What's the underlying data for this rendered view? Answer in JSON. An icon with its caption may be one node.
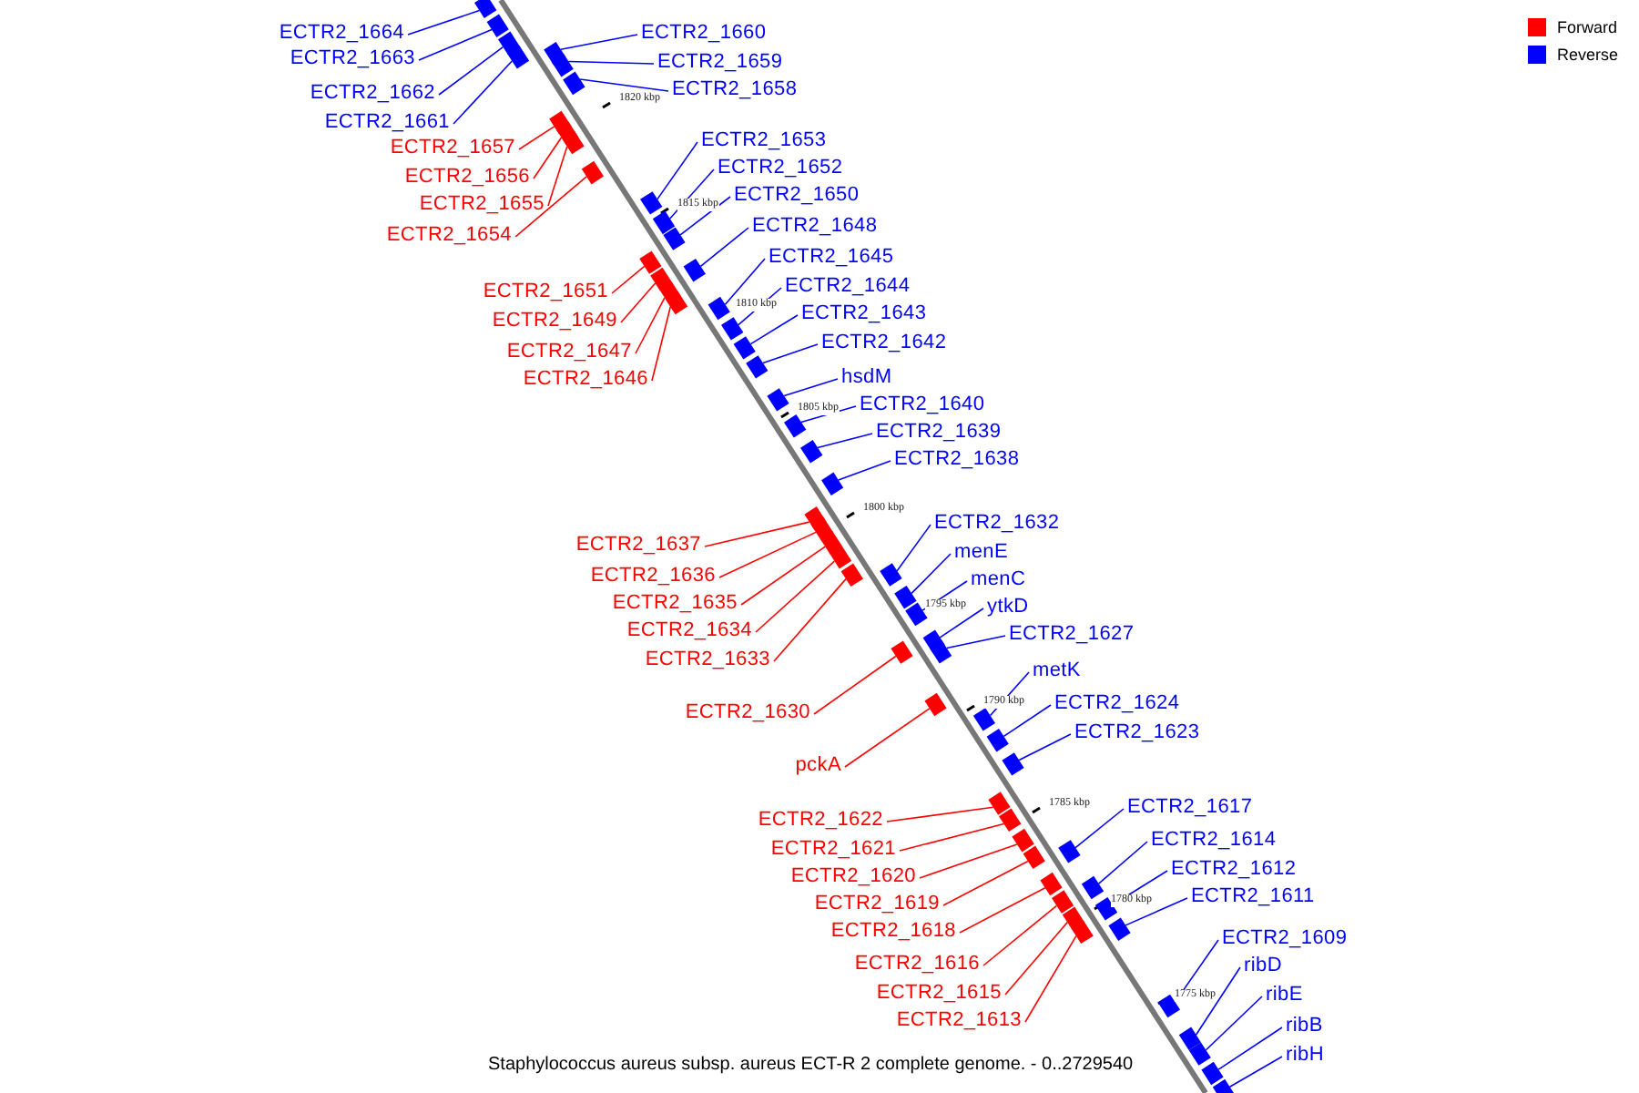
{
  "diagram": {
    "caption": "Staphylococcus aureus subsp. aureus ECT-R 2 complete genome. - 0..2729540",
    "nodes": [
      {
        "text": [
          "ECTR2_1664"
        ]
      },
      {
        "text": [
          "ECTR2_1660"
        ]
      },
      {
        "text": [
          "ECTR2_1663"
        ]
      },
      {
        "text": [
          "ECTR2_1659"
        ]
      },
      {
        "text": [
          "ECTR2_1658"
        ]
      },
      {
        "text": [
          "ECTR2_1662"
        ]
      },
      {
        "text": [
          "ECTR2_1661"
        ]
      },
      {
        "text": [
          "ECTR2_1653"
        ]
      },
      {
        "text": [
          "ECTR2_1657"
        ]
      },
      {
        "text": [
          "ECTR2_1652"
        ]
      },
      {
        "text": [
          "ECTR2_1656"
        ]
      },
      {
        "text": [
          "ECTR2_1650"
        ]
      },
      {
        "text": [
          "ECTR2_1655"
        ]
      },
      {
        "text": [
          "ECTR2_1648"
        ]
      },
      {
        "text": [
          "ECTR2_1654"
        ]
      },
      {
        "text": [
          "ECTR2_1645"
        ]
      },
      {
        "text": [
          "ECTR2_1644"
        ]
      },
      {
        "text": [
          "ECTR2_1651"
        ]
      },
      {
        "text": [
          "ECTR2_1643"
        ]
      },
      {
        "text": [
          "ECTR2_1649"
        ]
      },
      {
        "text": [
          "ECTR2_1642"
        ]
      },
      {
        "text": [
          "ECTR2_1647"
        ]
      },
      {
        "text": [
          "hsdM"
        ]
      },
      {
        "text": [
          "ECTR2_1646"
        ]
      },
      {
        "text": [
          "ECTR2_1640"
        ]
      },
      {
        "text": [
          "ECTR2_1639"
        ]
      },
      {
        "text": [
          "ECTR2_1638"
        ]
      },
      {
        "text": [
          "ECTR2_1632"
        ]
      },
      {
        "text": [
          "ECTR2_1637"
        ]
      },
      {
        "text": [
          "menE"
        ]
      },
      {
        "text": [
          "ECTR2_1636"
        ]
      },
      {
        "text": [
          "menC"
        ]
      },
      {
        "text": [
          "ECTR2_1635"
        ]
      },
      {
        "text": [
          "ytkD"
        ]
      },
      {
        "text": [
          "ECTR2_1634"
        ]
      },
      {
        "text": [
          "ECTR2_1627"
        ]
      },
      {
        "text": [
          "ECTR2_1633"
        ]
      },
      {
        "text": [
          "metK"
        ]
      },
      {
        "text": [
          "ECTR2_1624"
        ]
      },
      {
        "text": [
          "ECTR2_1630"
        ]
      },
      {
        "text": [
          "ECTR2_1623"
        ]
      },
      {
        "text": [
          "pckA"
        ]
      },
      {
        "text": [
          "ECTR2_1617"
        ]
      },
      {
        "text": [
          "ECTR2_1622"
        ]
      },
      {
        "text": [
          "ECTR2_1614"
        ]
      },
      {
        "text": [
          "ECTR2_1621"
        ]
      },
      {
        "text": [
          "ECTR2_1612"
        ]
      },
      {
        "text": [
          "ECTR2_1620"
        ]
      },
      {
        "text": [
          "ECTR2_1611"
        ]
      },
      {
        "text": [
          "ECTR2_1619"
        ]
      },
      {
        "text": [
          "ECTR2_1618"
        ]
      },
      {
        "text": [
          "ECTR2_1609"
        ]
      },
      {
        "text": [
          "ECTR2_1616"
        ]
      },
      {
        "text": [
          "ribD"
        ]
      },
      {
        "text": [
          "ECTR2_1615"
        ]
      },
      {
        "text": [
          "ribE"
        ]
      },
      {
        "text": [
          "ECTR2_1613"
        ]
      },
      {
        "text": [
          "ribB"
        ]
      },
      {
        "text": [
          "ribH"
        ]
      },
      {
        "text": [],
        "shape": "box"
      },
      {
        "text": [],
        "shape": "box"
      },
      {
        "text": [],
        "shape": "box"
      },
      {
        "text": [],
        "shape": "box"
      },
      {
        "text": [],
        "shape": "box"
      },
      {
        "text": [],
        "shape": "box"
      },
      {
        "text": [],
        "shape": "box"
      },
      {
        "text": [],
        "shape": "box"
      },
      {
        "text": [],
        "shape": "box"
      },
      {
        "text": [],
        "shape": "box"
      },
      {
        "text": [],
        "shape": "box"
      },
      {
        "text": [],
        "shape": "box"
      },
      {
        "text": [],
        "shape": "box"
      },
      {
        "text": [],
        "shape": "box"
      },
      {
        "text": [],
        "shape": "box"
      },
      {
        "text": [],
        "shape": "box"
      },
      {
        "text": [],
        "shape": "box"
      },
      {
        "text": [],
        "shape": "box"
      },
      {
        "text": [],
        "shape": "box"
      },
      {
        "text": [],
        "shape": "box"
      },
      {
        "text": [],
        "shape": "box"
      },
      {
        "text": [],
        "shape": "box"
      },
      {
        "text": [],
        "shape": "box"
      },
      {
        "text": [],
        "shape": "box"
      },
      {
        "text": [],
        "shape": "box"
      },
      {
        "text": [],
        "shape": "box"
      },
      {
        "text": [],
        "shape": "box"
      },
      {
        "text": [],
        "shape": "box"
      },
      {
        "text": [],
        "shape": "box"
      },
      {
        "text": [],
        "shape": "box"
      },
      {
        "text": [],
        "shape": "box"
      },
      {
        "text": [],
        "shape": "box"
      },
      {
        "text": [],
        "shape": "box"
      },
      {
        "text": [],
        "shape": "box"
      },
      {
        "text": [],
        "shape": "box"
      },
      {
        "text": [],
        "shape": "box"
      },
      {
        "text": [],
        "shape": "box"
      },
      {
        "text": [],
        "shape": "box"
      },
      {
        "text": [],
        "shape": "box"
      },
      {
        "text": [],
        "shape": "box"
      },
      {
        "text": [],
        "shape": "box"
      },
      {
        "text": [],
        "shape": "box"
      },
      {
        "text": [],
        "shape": "box"
      },
      {
        "text": [],
        "shape": "box"
      },
      {
        "text": [],
        "shape": "box"
      },
      {
        "text": [],
        "shape": "box"
      },
      {
        "text": [],
        "shape": "box"
      },
      {
        "text": [],
        "shape": "box"
      },
      {
        "text": [],
        "shape": "box"
      },
      {
        "text": [],
        "shape": "box"
      },
      {
        "text": [],
        "shape": "box"
      },
      {
        "text": [],
        "shape": "box"
      },
      {
        "text": [],
        "shape": "box"
      },
      {
        "text": [],
        "shape": "box"
      },
      {
        "text": [],
        "shape": "box"
      },
      {
        "text": [],
        "shape": "box"
      },
      {
        "text": [],
        "shape": "box"
      },
      {
        "text": [],
        "shape": "box"
      },
      {
        "text": [],
        "shape": "box"
      }
    ],
    "edges": [
      {
        "from": 0,
        "to": 59,
        "arrow": "none"
      },
      {
        "from": 1,
        "to": 60,
        "arrow": "none"
      },
      {
        "from": 2,
        "to": 61,
        "arrow": "none"
      },
      {
        "from": 3,
        "to": 62,
        "arrow": "none"
      },
      {
        "from": 4,
        "to": 63,
        "arrow": "none"
      },
      {
        "from": 5,
        "to": 64,
        "arrow": "none"
      },
      {
        "from": 6,
        "to": 65,
        "arrow": "none"
      },
      {
        "from": 7,
        "to": 66,
        "arrow": "none"
      },
      {
        "from": 8,
        "to": 67,
        "arrow": "none",
        "color": "#ff0000"
      },
      {
        "from": 9,
        "to": 68,
        "arrow": "none"
      },
      {
        "from": 10,
        "to": 69,
        "arrow": "none",
        "color": "#ff0000"
      },
      {
        "from": 11,
        "to": 70,
        "arrow": "none"
      },
      {
        "from": 12,
        "to": 71,
        "arrow": "none",
        "color": "#ff0000"
      },
      {
        "from": 13,
        "to": 72,
        "arrow": "none"
      },
      {
        "from": 14,
        "to": 73,
        "arrow": "none",
        "color": "#ff0000"
      },
      {
        "from": 15,
        "to": 74,
        "arrow": "none"
      },
      {
        "from": 16,
        "to": 75,
        "arrow": "none"
      },
      {
        "from": 17,
        "to": 76,
        "arrow": "none",
        "color": "#ff0000"
      },
      {
        "from": 18,
        "to": 77,
        "arrow": "none"
      },
      {
        "from": 19,
        "to": 78,
        "arrow": "none",
        "color": "#ff0000"
      },
      {
        "from": 20,
        "to": 79,
        "arrow": "none"
      },
      {
        "from": 21,
        "to": 80,
        "arrow": "none",
        "color": "#ff0000"
      },
      {
        "from": 22,
        "to": 81,
        "arrow": "none"
      },
      {
        "from": 23,
        "to": 82,
        "arrow": "none",
        "color": "#ff0000"
      },
      {
        "from": 24,
        "to": 83,
        "arrow": "none"
      },
      {
        "from": 25,
        "to": 84,
        "arrow": "none"
      },
      {
        "from": 26,
        "to": 85,
        "arrow": "none"
      },
      {
        "from": 27,
        "to": 86,
        "arrow": "none"
      },
      {
        "from": 28,
        "to": 87,
        "arrow": "none",
        "color": "#ff0000"
      },
      {
        "from": 29,
        "to": 88,
        "arrow": "none"
      },
      {
        "from": 30,
        "to": 89,
        "arrow": "none",
        "color": "#ff0000"
      },
      {
        "from": 31,
        "to": 90,
        "arrow": "none"
      },
      {
        "from": 32,
        "to": 91,
        "arrow": "none",
        "color": "#ff0000"
      },
      {
        "from": 33,
        "to": 92,
        "arrow": "none"
      },
      {
        "from": 34,
        "to": 93,
        "arrow": "none",
        "color": "#ff0000"
      },
      {
        "from": 35,
        "to": 94,
        "arrow": "none"
      },
      {
        "from": 36,
        "to": 95,
        "arrow": "none",
        "color": "#ff0000"
      },
      {
        "from": 37,
        "to": 96,
        "arrow": "none"
      },
      {
        "from": 38,
        "to": 97,
        "arrow": "none"
      },
      {
        "from": 39,
        "to": 98,
        "arrow": "none",
        "color": "#ff0000"
      },
      {
        "from": 40,
        "to": 99,
        "arrow": "none"
      },
      {
        "from": 41,
        "to": 100,
        "arrow": "none",
        "color": "#ff0000"
      },
      {
        "from": 42,
        "to": 101,
        "arrow": "none"
      },
      {
        "from": 43,
        "to": 102,
        "arrow": "none",
        "color": "#ff0000"
      },
      {
        "from": 44,
        "to": 103,
        "arrow": "none"
      },
      {
        "from": 45,
        "to": 104,
        "arrow": "none",
        "color": "#ff0000"
      },
      {
        "from": 46,
        "to": 105,
        "arrow": "none"
      },
      {
        "from": 47,
        "to": 106,
        "arrow": "none",
        "color": "#ff0000"
      },
      {
        "from": 48,
        "to": 107,
        "arrow": "none"
      },
      {
        "from": 49,
        "to": 108,
        "arrow": "none",
        "color": "#ff0000"
      },
      {
        "from": 50,
        "to": 109,
        "arrow": "none",
        "color": "#ff0000"
      },
      {
        "from": 51,
        "to": 110,
        "arrow": "none"
      },
      {
        "from": 52,
        "to": 111,
        "arrow": "none",
        "color": "#ff0000"
      },
      {
        "from": 53,
        "to": 112,
        "arrow": "none"
      },
      {
        "from": 54,
        "to": 113,
        "arrow": "none",
        "color": "#ff0000"
      },
      {
        "from": 55,
        "to": 114,
        "arrow": "none"
      },
      {
        "from": 56,
        "to": 115,
        "arrow": "none",
        "color": "#ff0000"
      },
      {
        "from": 57,
        "to": 116,
        "arrow": "none"
      },
      {
        "from": 58,
        "to": 117,
        "arrow": "none"
      }
    ],
    "labels": [
      "1820 kbp",
      "1815 kbp",
      "1810 kbp",
      "1805 kbp",
      "1800 kbp",
      "1795 kbp",
      "1790 kbp",
      "1785 kbp",
      "1780 kbp",
      "1775 kbp"
    ],
    "legend": [
      {
        "text": "Forward",
        "color": "#ff0000"
      },
      {
        "text": "Reverse",
        "color": "#0000ff"
      }
    ]
  }
}
